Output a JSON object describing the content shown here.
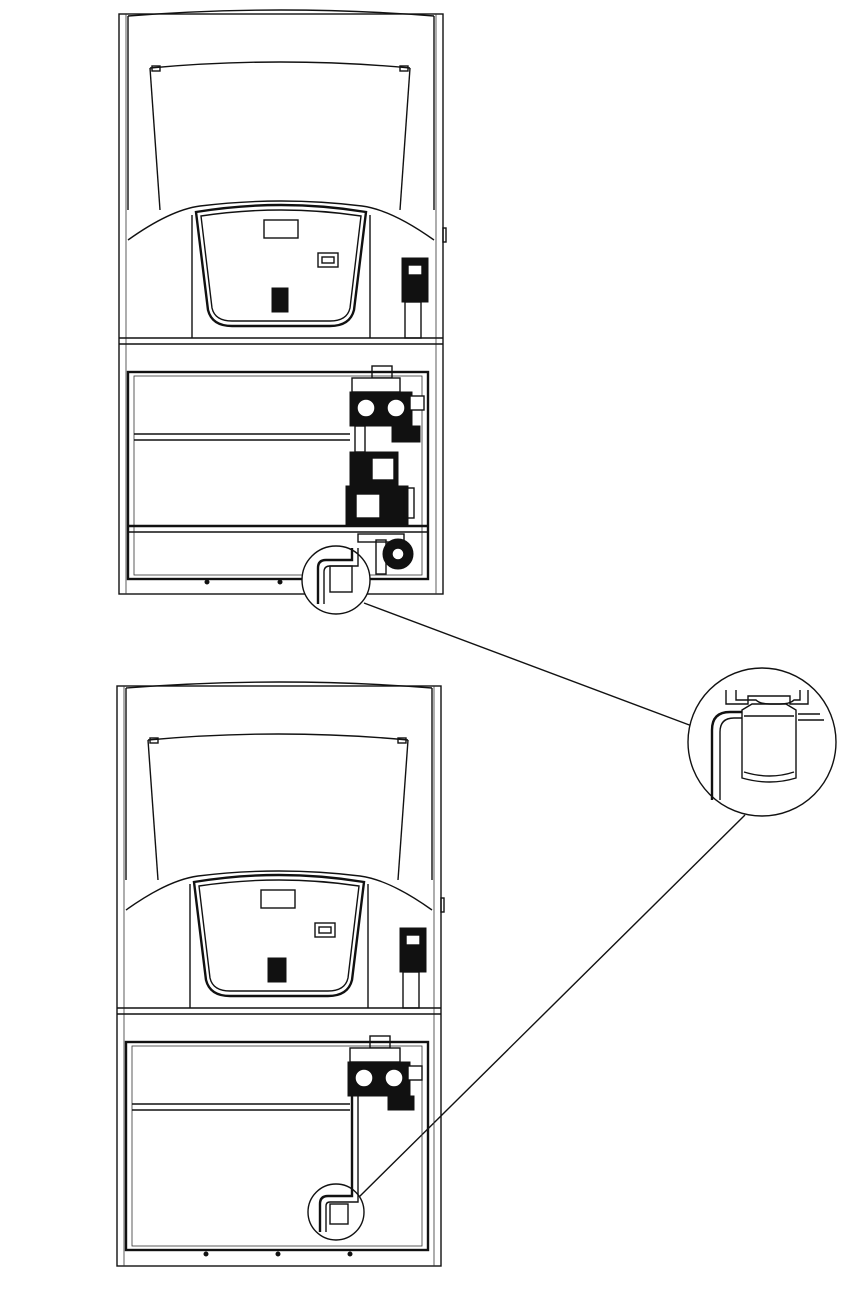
{
  "diagram": {
    "views": [
      {
        "id": "upper",
        "desc": "cabinet-with-full-plumbing"
      },
      {
        "id": "lower",
        "desc": "cabinet-with-reduced-plumbing"
      }
    ],
    "detail": "magnified-callout-of-drain-trap"
  },
  "colors": {
    "line": "#111111",
    "background": "#ffffff"
  }
}
